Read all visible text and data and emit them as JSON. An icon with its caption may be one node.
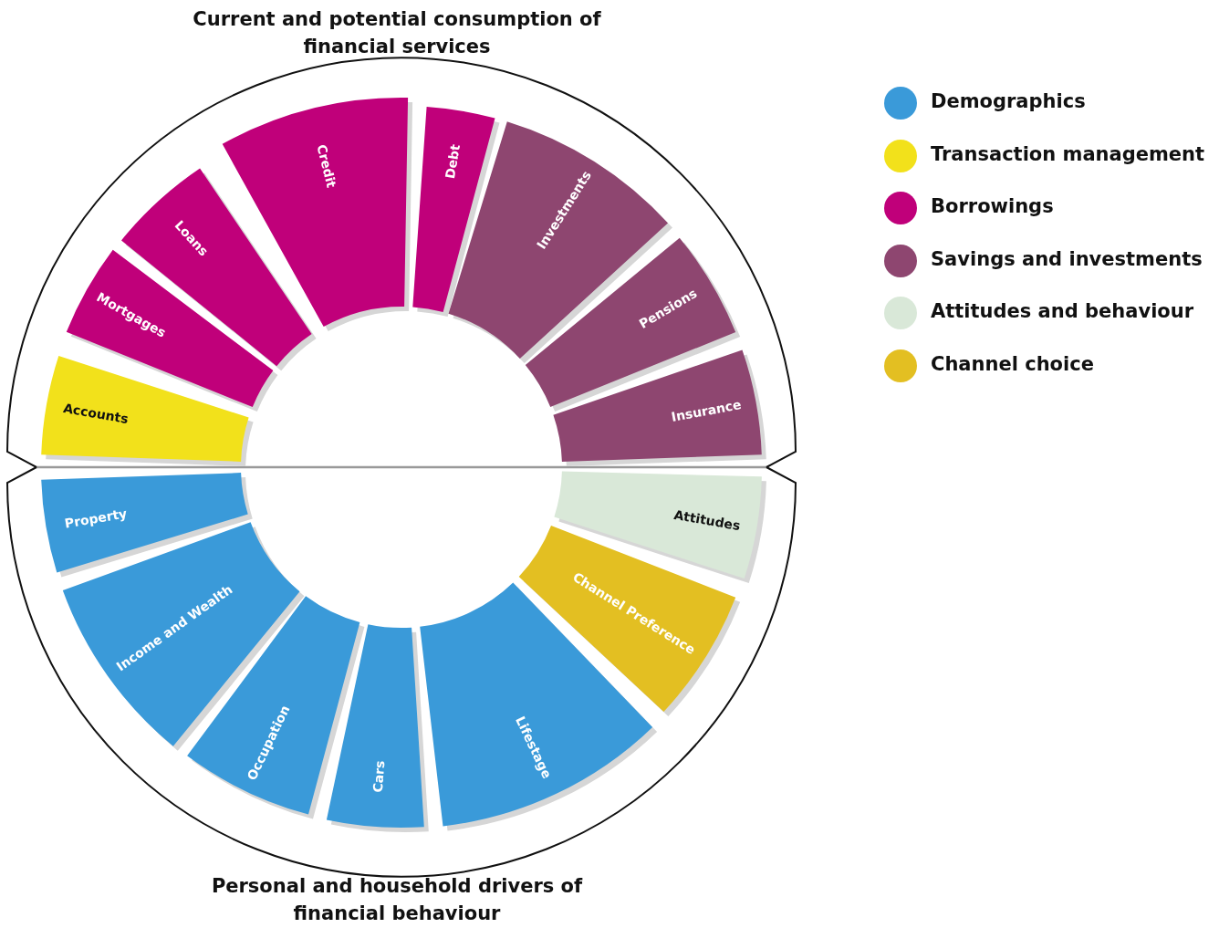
{
  "diagram": {
    "nodes": [
      {
        "text": [
          "Current and potential consumption of financial services"
        ]
      },
      {
        "text": [
          "Accounts"
        ],
        "in": 0
      },
      {
        "text": [
          "Mortgages"
        ],
        "in": 0
      },
      {
        "text": [
          "Loans"
        ],
        "in": 0
      },
      {
        "text": [
          "Credit"
        ],
        "in": 0
      },
      {
        "text": [
          "Debt"
        ],
        "in": 0
      },
      {
        "text": [
          "Investments"
        ],
        "in": 0
      },
      {
        "text": [
          "Pensions"
        ],
        "in": 0
      },
      {
        "text": [
          "Insurance"
        ],
        "in": 0
      },
      {
        "text": [
          "Personal and household drivers of financial behaviour"
        ]
      },
      {
        "text": [
          "Property"
        ],
        "in": 9
      },
      {
        "text": [
          "Income and Wealth"
        ],
        "in": 9
      },
      {
        "text": [
          "Occupation"
        ],
        "in": 9
      },
      {
        "text": [
          "Cars"
        ],
        "in": 9
      },
      {
        "text": [
          "Lifestage"
        ],
        "in": 9
      },
      {
        "text": [
          "Channel Preference"
        ],
        "in": 9
      },
      {
        "text": [
          "Attitudes"
        ],
        "in": 9
      }
    ],
    "legend": [
      {
        "text": "Demographics",
        "color": "#3a9ad9"
      },
      {
        "text": "Transaction management",
        "color": "#f2e11b"
      },
      {
        "text": "Borrowings",
        "color": "#c0007a"
      },
      {
        "text": "Savings and investments",
        "color": "#8e4670"
      },
      {
        "text": "Attitudes and behaviour",
        "color": "#d9e8d8"
      },
      {
        "text": "Channel choice",
        "color": "#e3bf22"
      }
    ]
  }
}
